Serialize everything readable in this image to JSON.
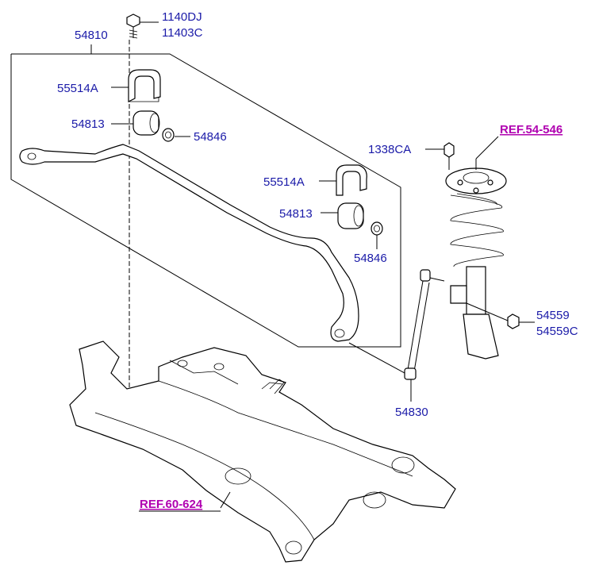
{
  "labels": {
    "bolt_a": "1140DJ",
    "bolt_b": "11403C",
    "stabilizer_assy": "54810",
    "bracket_left": "55514A",
    "bushing_left": "54813",
    "collar_left": "54846",
    "bracket_right": "55514A",
    "bushing_right": "54813",
    "collar_right": "54846",
    "nut_top": "1338CA",
    "strut_ref": "REF.54-546",
    "nut_link_a": "54559",
    "nut_link_b": "54559C",
    "link": "54830",
    "crossmember_ref": "REF.60-624"
  },
  "colors": {
    "label": "#1a1aa8",
    "ref": "#b000b0",
    "line": "#000000"
  }
}
